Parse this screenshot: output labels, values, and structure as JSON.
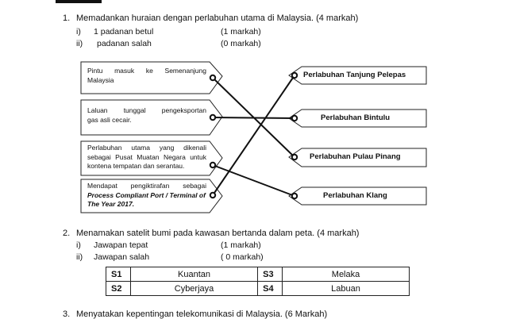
{
  "q1": {
    "number": "1.",
    "text": "Memadankan huraian dengan perlabuhan utama di Malaysia. (4 markah)",
    "criteria": [
      {
        "roman": "i)",
        "label": "1 padanan betul",
        "marks": "(1 markah)"
      },
      {
        "roman": "ii)",
        "label": "padanan salah",
        "marks": "(0 markah)"
      }
    ],
    "descriptions": [
      {
        "lines": [
          "Pintu masuk ke Semenanjung",
          "Malaysia"
        ],
        "italic": [
          false,
          false
        ]
      },
      {
        "lines": [
          "Laluan tunggal pengeksportan",
          "gas asli cecair."
        ],
        "italic": [
          false,
          false
        ]
      },
      {
        "lines": [
          "Perlabuhan utama yang dikenali",
          "sebagai Pusat Muatan Negara untuk",
          "kontena tempatan dan serantau."
        ],
        "italic": [
          false,
          false,
          false
        ]
      },
      {
        "lines": [
          "Mendapat pengiktirafan sebagai",
          "Process Compliant Port / Terminal of",
          "The Year 2017."
        ],
        "italic": [
          false,
          true,
          true
        ]
      }
    ],
    "ports": [
      "Perlabuhan Tanjung Pelepas",
      "Perlabuhan Bintulu",
      "Perlabuhan Pulau Pinang",
      "Perlabuhan Klang"
    ]
  },
  "q2": {
    "number": "2.",
    "text": "Menamakan satelit bumi pada kawasan bertanda dalam peta. (4 markah)",
    "criteria": [
      {
        "roman": "i)",
        "label": "Jawapan tepat",
        "marks": "(1 markah)"
      },
      {
        "roman": "ii)",
        "label": "Jawapan salah",
        "marks": "( 0 markah)"
      }
    ],
    "table": [
      [
        {
          "code": "S1",
          "name": "Kuantan"
        },
        {
          "code": "S3",
          "name": "Melaka"
        }
      ],
      [
        {
          "code": "S2",
          "name": "Cyberjaya"
        },
        {
          "code": "S4",
          "name": "Labuan"
        }
      ]
    ]
  },
  "q3": {
    "number": "3.",
    "text": "Menyatakan kepentingan telekomunikasi di Malaysia.   (6 Markah)"
  }
}
